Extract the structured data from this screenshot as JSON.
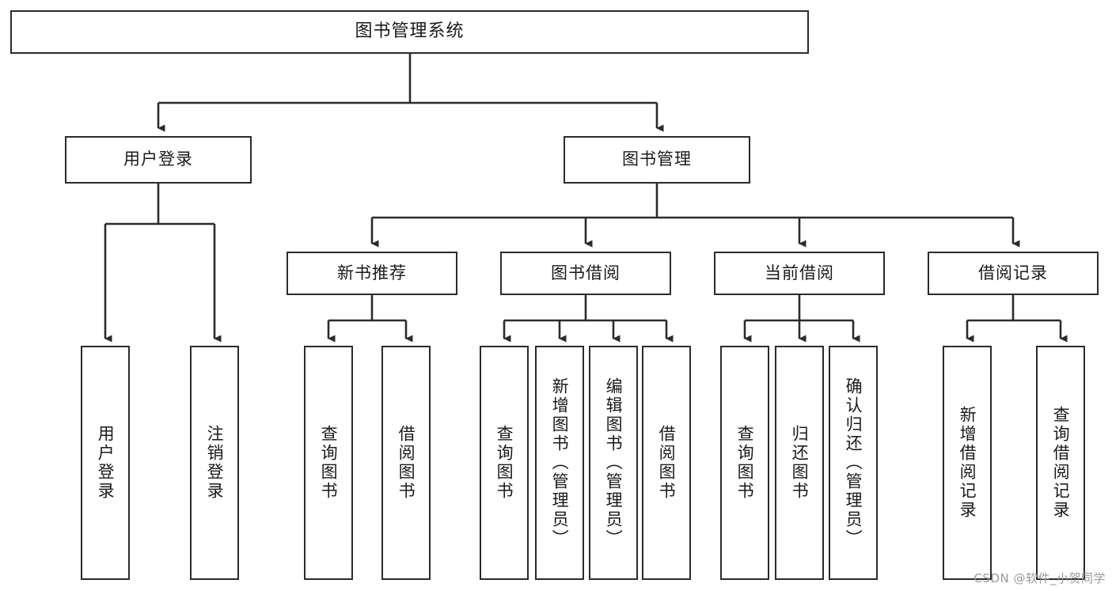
{
  "diagram": {
    "type": "tree-hierarchy-chart",
    "title": "图书管理系统",
    "colors": {
      "background": "#ffffff",
      "node_border": "#2b2b2b",
      "node_fill": "#ffffff",
      "edge": "#2b2b2b",
      "text": "#1a1a1a",
      "watermark": "#9a9a9a"
    },
    "root": {
      "label": "图书管理系统"
    },
    "level2": [
      {
        "label": "用户登录"
      },
      {
        "label": "图书管理"
      }
    ],
    "level3": [
      {
        "label": "新书推荐"
      },
      {
        "label": "图书借阅"
      },
      {
        "label": "当前借阅"
      },
      {
        "label": "借阅记录"
      }
    ],
    "leaves": {
      "user_login": [
        {
          "label": "用户登录"
        },
        {
          "label": "注销登录"
        }
      ],
      "new_book_recommend": [
        {
          "label": "查询图书"
        },
        {
          "label": "借阅图书"
        }
      ],
      "book_borrow": [
        {
          "label": "查询图书"
        },
        {
          "label": "新增图书（管理员）"
        },
        {
          "label": "编辑图书（管理员）"
        },
        {
          "label": "借阅图书"
        }
      ],
      "current_borrow": [
        {
          "label": "查询图书"
        },
        {
          "label": "归还图书"
        },
        {
          "label": "确认归还（管理员）"
        }
      ],
      "borrow_record": [
        {
          "label": "新增借阅记录"
        },
        {
          "label": "查询借阅记录"
        }
      ]
    }
  },
  "watermark": {
    "text": "CSDN @软件_小贺同学"
  }
}
